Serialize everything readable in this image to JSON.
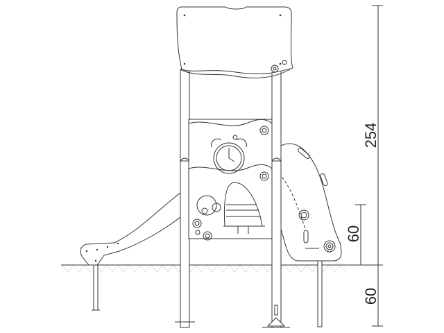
{
  "drawing": {
    "dimensions": {
      "total_height": "254",
      "platform_height": "60",
      "foundation_depth": "60"
    },
    "colors": {
      "line": "#333333",
      "ground_hatch": "#dddddd"
    }
  }
}
